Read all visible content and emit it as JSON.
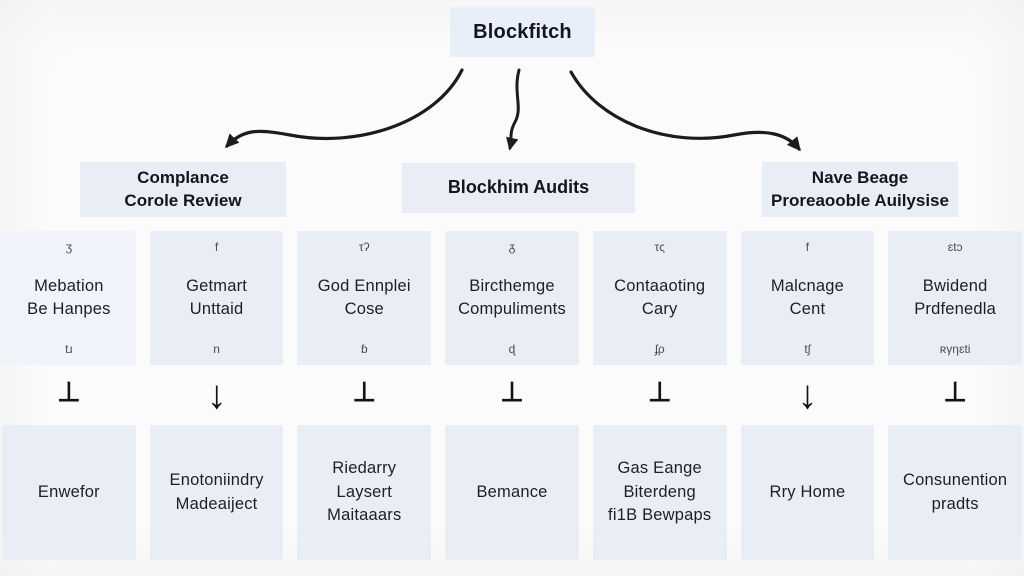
{
  "root": {
    "label": "Blockfitch"
  },
  "level2": [
    {
      "label": "Complance\nCorole Review"
    },
    {
      "label": "Blockhim Audits"
    },
    {
      "label": "Nave Beage\nProreaooble Auilysise"
    }
  ],
  "level3": [
    {
      "top_glyph": "ʒ",
      "label": "Mebation\nBe Hanpes",
      "bottom_glyph": "tɹ",
      "connector": "⊥"
    },
    {
      "top_glyph": "f",
      "label": "Getmart\nUnttaid",
      "bottom_glyph": "n",
      "connector": "↓"
    },
    {
      "top_glyph": "τʔ",
      "label": "God Ennplei\nCose",
      "bottom_glyph": "ɓ",
      "connector": "⊥"
    },
    {
      "top_glyph": "ᵹ",
      "label": "Bircthemge\nCompuliments",
      "bottom_glyph": "ɖ",
      "connector": "⊥"
    },
    {
      "top_glyph": "τς",
      "label": "Contaaoting\nCary",
      "bottom_glyph": "ʄρ",
      "connector": "⊥"
    },
    {
      "top_glyph": "f",
      "label": "Malcnage\nCent",
      "bottom_glyph": "tʃ",
      "connector": "↓"
    },
    {
      "top_glyph": "ɛtɔ",
      "label": "Bwidend\nPrdfenedla",
      "bottom_glyph": "ʀγηɛti",
      "connector": "⊥"
    }
  ],
  "level4": [
    {
      "label": "Enwefor"
    },
    {
      "label": "Enotoniindry\nMadeaiject"
    },
    {
      "label": "Riedarry\nLaysert\nMaitaaars"
    },
    {
      "label": "Bemance"
    },
    {
      "label": "Gas Eange\nBiterdeng\nfi1B Bewpaps"
    },
    {
      "label": "Rry Home"
    },
    {
      "label": "Consunention\npradts"
    }
  ],
  "colors": {
    "background": "#fbfbfb",
    "box_fill": "#e9eef6",
    "text": "#1e1e28",
    "arrow": "#1c1c1c"
  }
}
